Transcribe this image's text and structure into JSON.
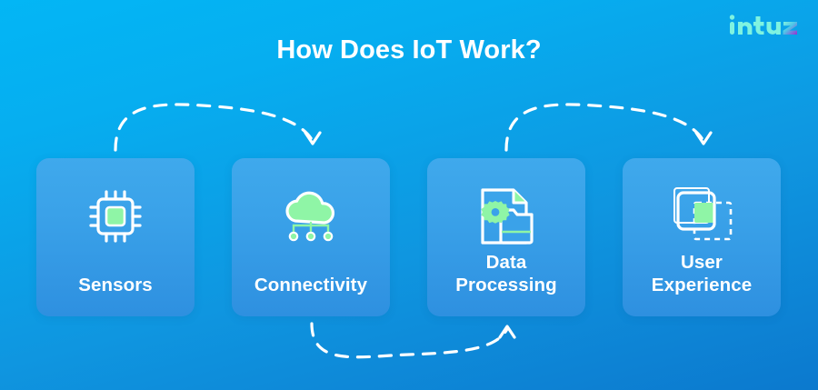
{
  "brand": {
    "logo_text": "intuz",
    "logo_icon": "intuz-wordmark-logo",
    "logo_color": "#7FF3E0",
    "logo_accent_color": "#9B2FCF"
  },
  "header": {
    "title": "How Does IoT Work?"
  },
  "theme": {
    "background_top": "#03B6F5",
    "background_bottom": "#0C79CE",
    "card_top": "#3FA9EC",
    "card_bottom": "#2E90E0",
    "icon_outline": "#FFFFFF",
    "icon_accent_green": "#8FF5A6",
    "text_color": "#FFFFFF",
    "arrow_color": "#FFFFFF"
  },
  "steps": [
    {
      "index": 1,
      "label": "Sensors",
      "icon": "microchip-icon"
    },
    {
      "index": 2,
      "label": "Connectivity",
      "icon": "cloud-network-icon"
    },
    {
      "index": 3,
      "label": "Data\nProcessing",
      "icon": "document-gear-icon"
    },
    {
      "index": 4,
      "label": "User\nExperience",
      "icon": "overlapping-squares-icon"
    }
  ],
  "connectors": [
    {
      "id": "arrow-1-to-2",
      "from": "Sensors",
      "to": "Connectivity",
      "direction": "over-top",
      "arrowhead": "down",
      "style": "dashed"
    },
    {
      "id": "arrow-2-to-3",
      "from": "Connectivity",
      "to": "Data Processing",
      "direction": "under-bottom",
      "arrowhead": "up",
      "style": "dashed"
    },
    {
      "id": "arrow-3-to-4",
      "from": "Data Processing",
      "to": "User Experience",
      "direction": "over-top",
      "arrowhead": "down",
      "style": "dashed"
    }
  ]
}
